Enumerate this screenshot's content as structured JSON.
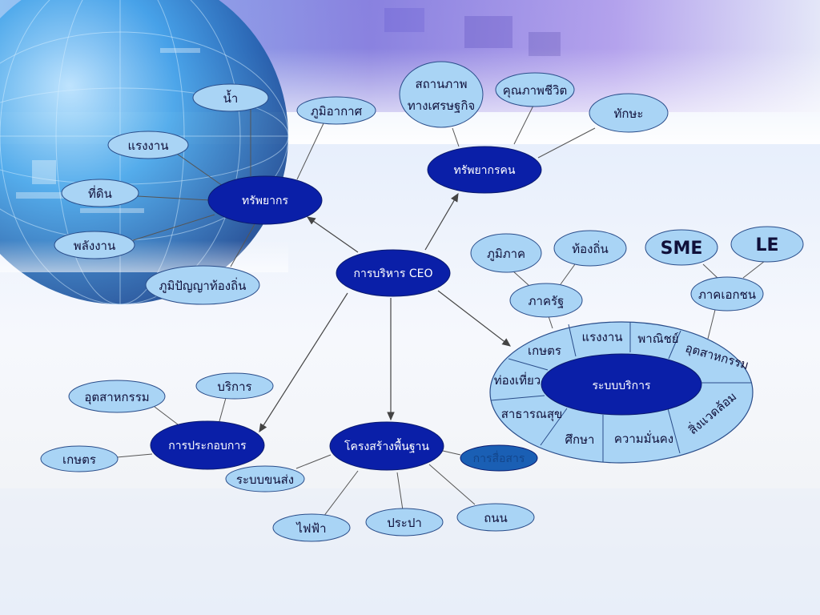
{
  "colors": {
    "dark_node": "#0a1fa8",
    "dark_node_edge": "#0a1a6e",
    "light_node": "#a9d4f5",
    "light_node_edge": "#2a4d8a",
    "line": "#555555",
    "muted_node": "#1a5fb4"
  },
  "nodes": {
    "center": {
      "label": "การบริหาร CEO"
    },
    "resources": {
      "label": "ทรัพยากร"
    },
    "water": {
      "label": "น้ำ"
    },
    "climate": {
      "label": "ภูมิอากาศ"
    },
    "labor": {
      "label": "แรงงาน"
    },
    "land": {
      "label": "ที่ดิน"
    },
    "energy": {
      "label": "พลังงาน"
    },
    "local_wisdom": {
      "label": "ภูมิปัญญาท้องถิ่น"
    },
    "human_resources": {
      "label": "ทรัพยากรคน"
    },
    "econ_status": {
      "label_line1": "สถานภาพ",
      "label_line2": "ทางเศรษฐกิจ"
    },
    "quality_life": {
      "label": "คุณภาพชีวิต"
    },
    "skills": {
      "label": "ทักษะ"
    },
    "region": {
      "label": "ภูมิภาค"
    },
    "locality": {
      "label": "ท้องถิ่น"
    },
    "state_sector": {
      "label": "ภาครัฐ"
    },
    "sme": {
      "label": "SME"
    },
    "le": {
      "label": "LE"
    },
    "private_sector": {
      "label": "ภาคเอกชน"
    },
    "service_system": {
      "label": "ระบบบริการ"
    },
    "business": {
      "label": "การประกอบการ"
    },
    "industry": {
      "label": "อุตสาหกรรม"
    },
    "services": {
      "label": "บริการ"
    },
    "agriculture": {
      "label": "เกษตร"
    },
    "infrastructure": {
      "label": "โครงสร้างพื้นฐาน"
    },
    "communication": {
      "label": "การสื่อสาร"
    },
    "transport": {
      "label": "ระบบขนส่ง"
    },
    "electricity": {
      "label": "ไฟฟ้า"
    },
    "water_supply": {
      "label": "ประปา"
    },
    "road": {
      "label": "ถนน"
    }
  },
  "ring_segments": {
    "agriculture": "เกษตร",
    "labor": "แรงงาน",
    "commerce": "พาณิชย์",
    "industry": "อุตสาหกรรม",
    "tourism": "ท่องเที่ยว",
    "environment": "สิ่งแวดล้อม",
    "public_health": "สาธารณสุข",
    "education": "ศึกษา",
    "security": "ความมั่นคง"
  }
}
